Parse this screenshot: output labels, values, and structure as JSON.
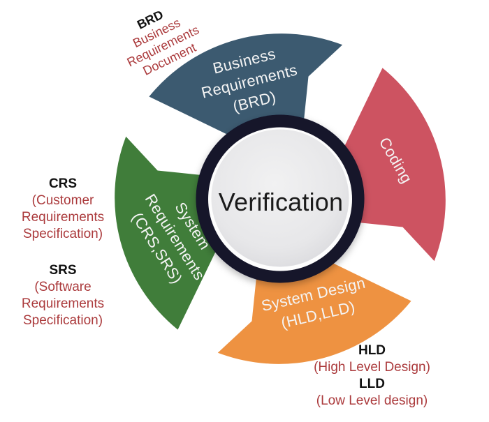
{
  "diagram": {
    "center_label": "Verification",
    "segments": [
      {
        "name": "business-requirements",
        "color": "#3c5a70",
        "label_lines": [
          "Business",
          "Requirements",
          "(BRD)"
        ]
      },
      {
        "name": "coding",
        "color": "#cd5361",
        "label_lines": [
          "Coding"
        ]
      },
      {
        "name": "system-design",
        "color": "#ee9241",
        "label_lines": [
          "System Design",
          "(HLD,LLD)"
        ]
      },
      {
        "name": "system-requirements",
        "color": "#407d3a",
        "label_lines": [
          "System",
          "Requirements",
          "(CRS,SRS)"
        ]
      }
    ],
    "colors": {
      "ring_navy": "#12122b",
      "inner_circle_gray": "#e8e8ea",
      "inner_rim_white": "#fdfdfd",
      "annotation_red": "#ab3a3c",
      "annotation_black": "#111111",
      "segment_label_text": "#f4f4f4"
    },
    "annotations": [
      {
        "name": "brd",
        "acronym": "BRD",
        "lines": [
          "Business",
          "Requirements",
          "Document"
        ]
      },
      {
        "name": "crs",
        "acronym": "CRS",
        "lines": [
          "(Customer",
          "Requirements",
          "Specification)"
        ]
      },
      {
        "name": "srs",
        "acronym": "SRS",
        "lines": [
          "(Software",
          "Requirements",
          "Specification)"
        ]
      },
      {
        "name": "hld",
        "acronym": "HLD",
        "lines": [
          "(High Level Design)"
        ]
      },
      {
        "name": "lld",
        "acronym": "LLD",
        "lines": [
          "(Low Level design)"
        ]
      }
    ]
  }
}
